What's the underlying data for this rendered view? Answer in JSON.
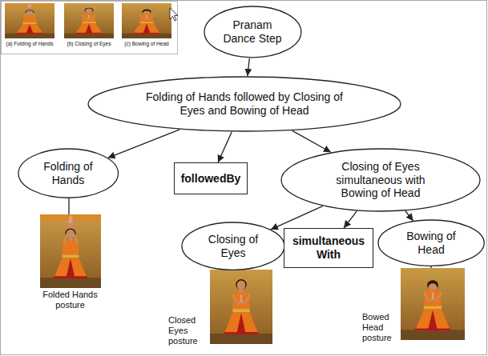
{
  "diagram": {
    "nodes": [
      {
        "text": [
          "Pranam Dance Step"
        ]
      },
      {
        "text": [
          "Folding of Hands followed by Closing of Eyes and Bowing of Head"
        ]
      },
      {
        "text": [
          "Folding of Hands"
        ]
      },
      {
        "text": [
          "followedBy"
        ]
      },
      {
        "text": [
          "Closing of Eyes simultaneous with Bowing of Head"
        ]
      },
      {
        "text": [
          "Closing of Eyes"
        ]
      },
      {
        "text": [
          "simultaneous With"
        ]
      },
      {
        "text": [
          "Bowing of Head"
        ]
      }
    ],
    "edges": [
      {
        "from": 0,
        "to": 1,
        "arrow": "to"
      },
      {
        "from": 1,
        "to": 2,
        "arrow": "to"
      },
      {
        "from": 1,
        "to": 3,
        "arrow": "to"
      },
      {
        "from": 1,
        "to": 4,
        "arrow": "to"
      },
      {
        "from": 4,
        "to": 5,
        "arrow": "to"
      },
      {
        "from": 4,
        "to": 6,
        "arrow": "to"
      },
      {
        "from": 4,
        "to": 7,
        "arrow": "to"
      }
    ],
    "labels": [
      "(a) Folding of Hands",
      "(b) Closing of Eyes",
      "(c) Bowing of Head",
      "Folded Hands posture",
      "Closed Eyes posture",
      "Bowed Head posture"
    ]
  }
}
